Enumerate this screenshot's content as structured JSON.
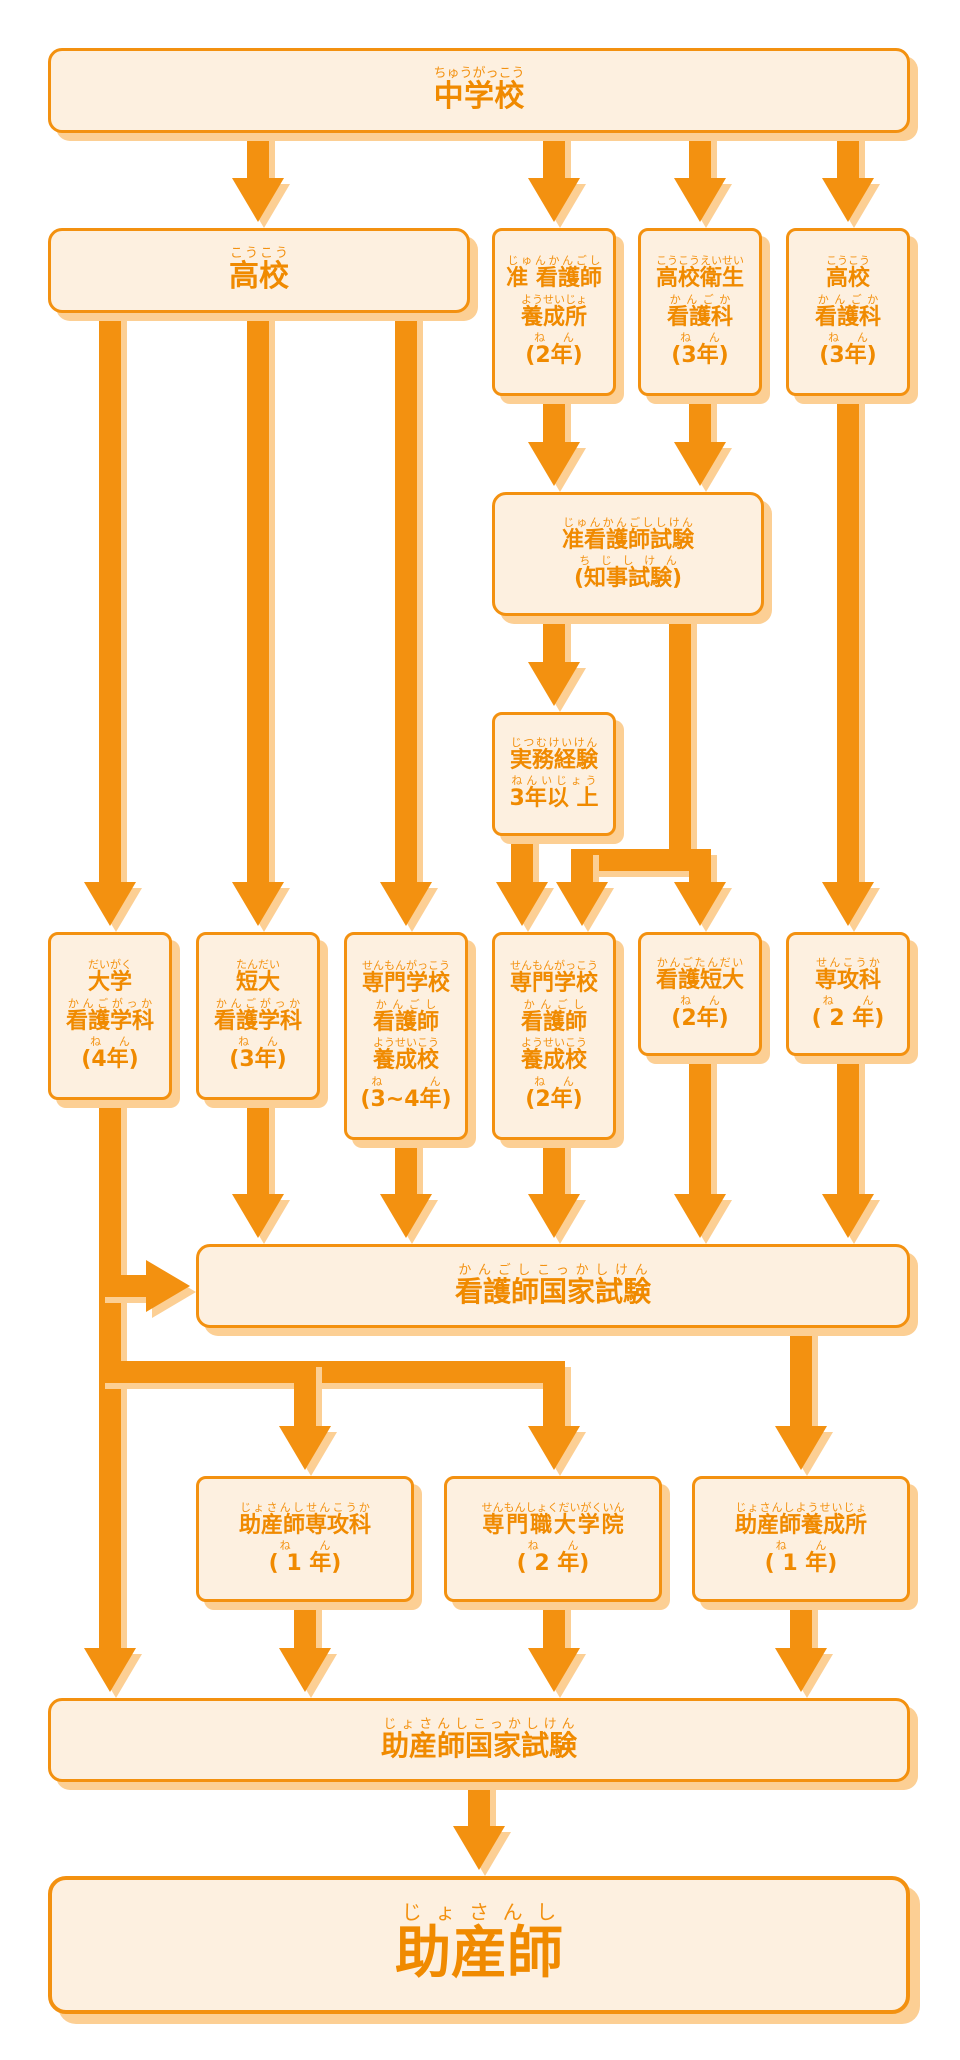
{
  "boxes": {
    "chugakko": {
      "text": "中学校",
      "ruby": "ちゅうがっこう"
    },
    "koko": {
      "text": "高校",
      "ruby": "こうこう"
    },
    "jun_yosei": {
      "l1": "准 看護師",
      "l1_ruby": "じゅんかんごし",
      "l2": "養成所",
      "l2_ruby": "ようせいじょ",
      "l3": "(2年)",
      "l3_ruby": "ねん"
    },
    "koko_eisei": {
      "l1": "高校衛生",
      "l1_ruby": "こうこうえいせい",
      "l2": "看護科",
      "l2_ruby": "かんごか",
      "l3": "(3年)",
      "l3_ruby": "ねん"
    },
    "koko_kango": {
      "l1": "高校",
      "l1_ruby": "こうこう",
      "l2": "看護科",
      "l2_ruby": "かんごか",
      "l3": "(3年)",
      "l3_ruby": "ねん"
    },
    "jun_shiken": {
      "l1": "准看護師試験",
      "l1_ruby": "じゅんかんごししけん",
      "l2": "(知事試験)",
      "l2_ruby": "ちじしけん"
    },
    "jitsumu": {
      "l1": "実務経験",
      "l1_ruby": "じつむけいけん",
      "l2": "3年以 上",
      "l2_ruby": "ねんいじょう"
    },
    "daigaku": {
      "l1": "大学",
      "l1_ruby": "だいがく",
      "l2": "看護学科",
      "l2_ruby": "かんごがっか",
      "l3": "(4年)",
      "l3_ruby": "ねん"
    },
    "tandai": {
      "l1": "短大",
      "l1_ruby": "たんだい",
      "l2": "看護学科",
      "l2_ruby": "かんごがっか",
      "l3": "(3年)",
      "l3_ruby": "ねん"
    },
    "senmon1": {
      "l1": "専門学校",
      "l1_ruby": "せんもんがっこう",
      "l2": "看護師",
      "l2_ruby": "かんごし",
      "l3": "養成校",
      "l3_ruby": "ようせいこう",
      "l4": "(3~4年)",
      "l4_ruby": "ねん"
    },
    "senmon2": {
      "l1": "専門学校",
      "l1_ruby": "せんもんがっこう",
      "l2": "看護師",
      "l2_ruby": "かんごし",
      "l3": "養成校",
      "l3_ruby": "ようせいこう",
      "l4": "(2年)",
      "l4_ruby": "ねん"
    },
    "kango_tandai": {
      "l1": "看護短大",
      "l1_ruby": "かんごたんだい",
      "l2": "(2年)",
      "l2_ruby": "ねん"
    },
    "senkoka": {
      "l1": "専攻科",
      "l1_ruby": "せんこうか",
      "l2": "( 2 年)",
      "l2_ruby": "ねん"
    },
    "kango_kokka": {
      "text": "看護師国家試験",
      "ruby": "かんごしこっかしけん"
    },
    "josan_senkoka": {
      "l1": "助産師専攻科",
      "l1_ruby": "じょさんしせんこうか",
      "l2": "( 1 年)",
      "l2_ruby": "ねん"
    },
    "senmonshoku": {
      "l1": "専門職大学院",
      "l1_ruby": "せんもんしょくだいがくいん",
      "l2": "( 2 年)",
      "l2_ruby": "ねん"
    },
    "josan_yosei": {
      "l1": "助産師養成所",
      "l1_ruby": "じょさんしようせいじょ",
      "l2": "( 1 年)",
      "l2_ruby": "ねん"
    },
    "josan_kokka": {
      "text": "助産師国家試験",
      "ruby": "じょさんしこっかしけん"
    },
    "josanshi": {
      "text": "助産師",
      "ruby": "じょさんし"
    }
  },
  "colors": {
    "arrow": "#f39110",
    "arrow_shadow": "#fccf94",
    "box_fill": "#fdf0e0",
    "text": "#f08a00"
  }
}
